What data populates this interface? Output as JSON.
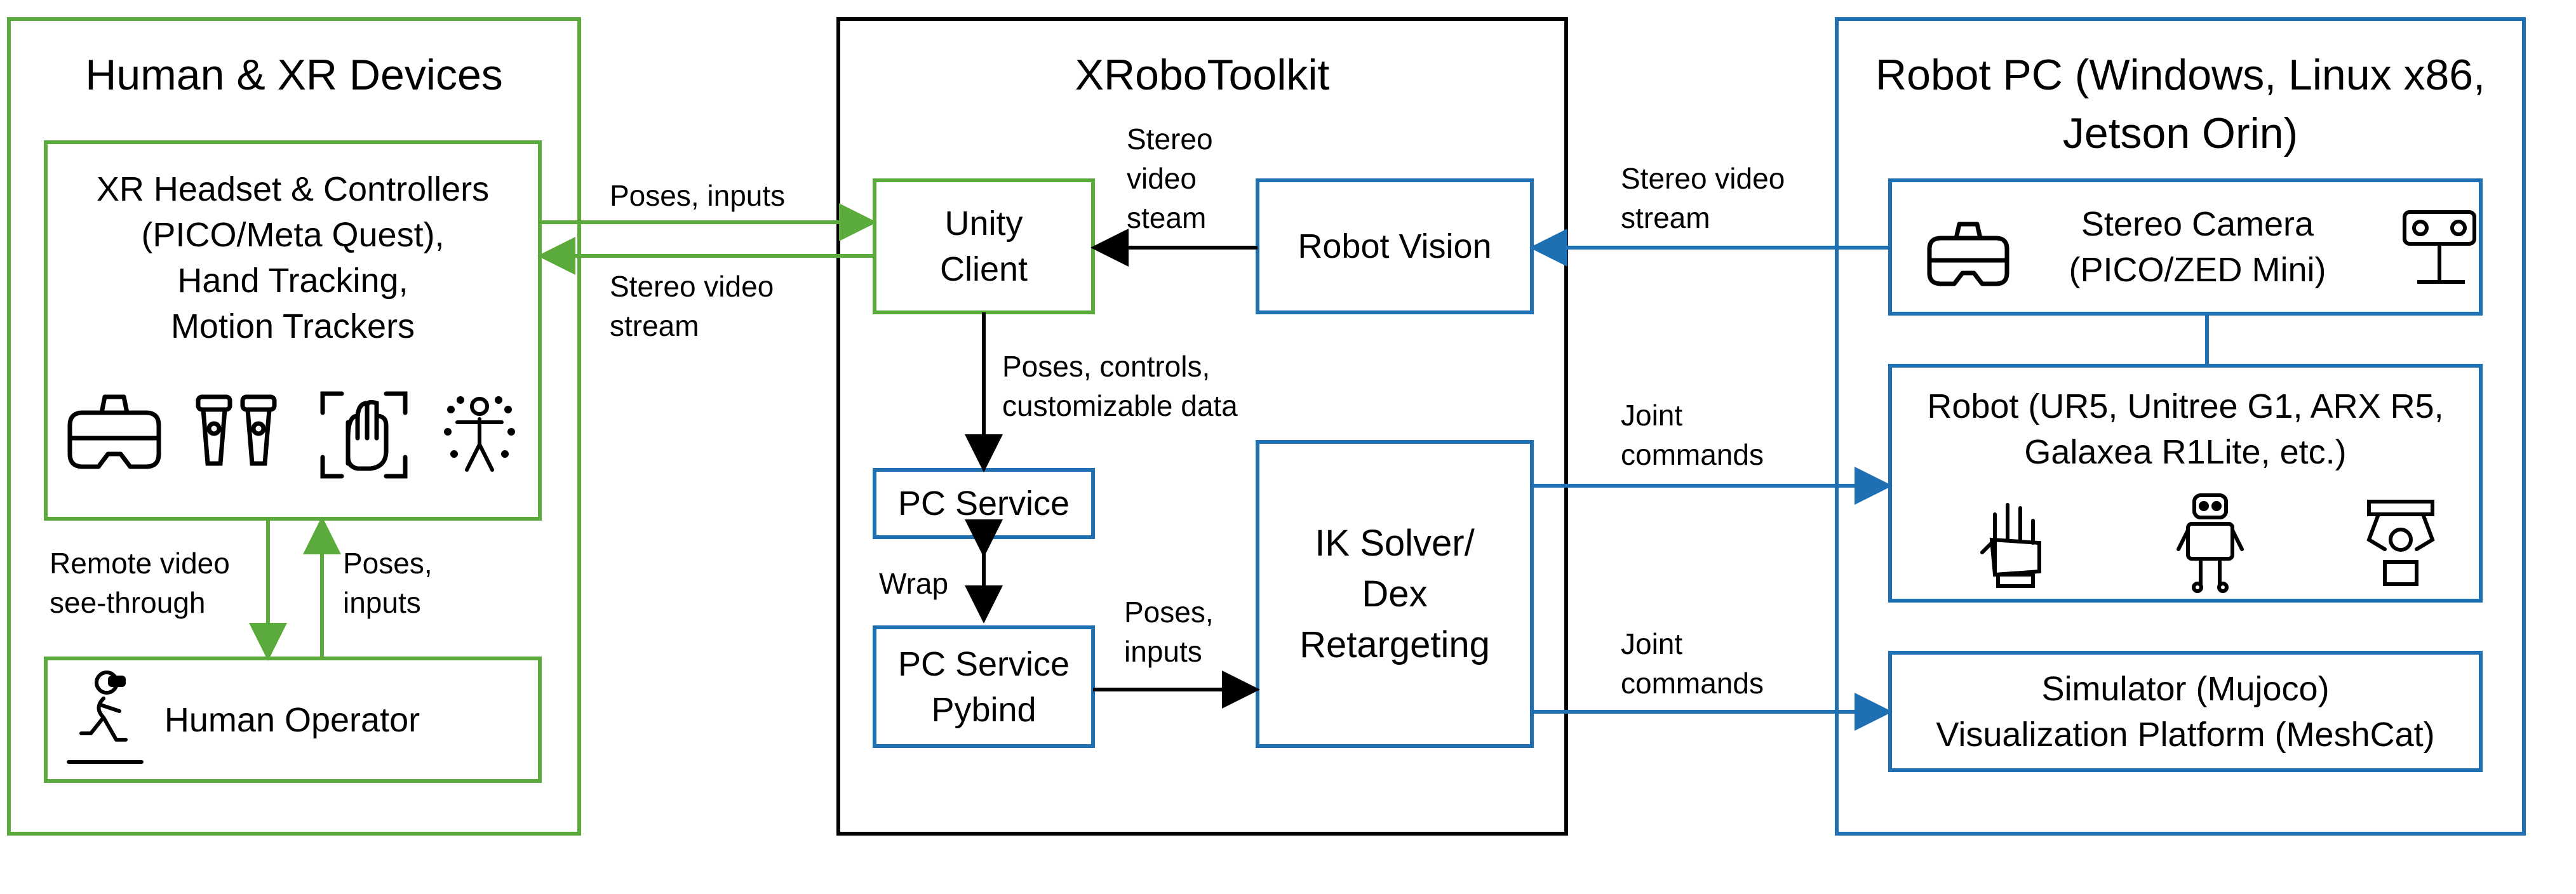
{
  "colors": {
    "human_group": "#5aab3c",
    "toolkit_group": "#000000",
    "robot_group": "#1f6fb3",
    "text": "#000000",
    "background": "#ffffff"
  },
  "groups": {
    "human": {
      "title": "Human & XR Devices",
      "xr_devices": {
        "lines": [
          "XR Headset & Controllers",
          "(PICO/Meta Quest),",
          "Hand Tracking,",
          "Motion Trackers"
        ],
        "icons": [
          "vr-headset-icon",
          "controllers-icon",
          "hand-tracking-icon",
          "motion-tracker-icon"
        ]
      },
      "operator": {
        "label": "Human Operator",
        "icon": "human-operator-icon"
      }
    },
    "toolkit": {
      "title": "XRoboToolkit",
      "unity_client": [
        "Unity",
        "Client"
      ],
      "robot_vision": "Robot Vision",
      "pc_service": "PC Service",
      "pc_service_pybind": [
        "PC Service",
        "Pybind"
      ],
      "ik_solver": [
        "IK Solver/",
        "Dex",
        "Retargeting"
      ]
    },
    "robot": {
      "title_lines": [
        "Robot PC (Windows, Linux x86,",
        "Jetson Orin)"
      ],
      "stereo_camera": {
        "lines": [
          "Stereo Camera",
          "(PICO/ZED Mini)"
        ],
        "icons": [
          "vr-headset-icon",
          "zed-camera-icon"
        ]
      },
      "robot": {
        "lines": [
          "Robot (UR5, Unitree G1, ARX R5,",
          "Galaxea R1Lite, etc.)"
        ],
        "icons": [
          "robot-hand-icon",
          "humanoid-robot-icon",
          "robot-gripper-icon"
        ]
      },
      "simulator": {
        "lines": [
          "Simulator (Mujoco)",
          "Visualization Platform (MeshCat)"
        ]
      }
    }
  },
  "edges": {
    "poses_inputs_top": "Poses, inputs",
    "stereo_to_xr": [
      "Stereo video",
      "stream"
    ],
    "stereo_to_unity": [
      "Stereo",
      "video",
      "steam"
    ],
    "stereo_to_vision": [
      "Stereo video",
      "stream"
    ],
    "unity_to_pc": [
      "Poses, controls,",
      "customizable data"
    ],
    "wrap": "Wrap",
    "pybind_to_ik": [
      "Poses,",
      "inputs"
    ],
    "joint_to_robot": [
      "Joint",
      "commands"
    ],
    "joint_to_sim": [
      "Joint",
      "commands"
    ],
    "remote_video": [
      "Remote video",
      "see-through"
    ],
    "poses_inputs_operator": [
      "Poses,",
      "inputs"
    ]
  }
}
